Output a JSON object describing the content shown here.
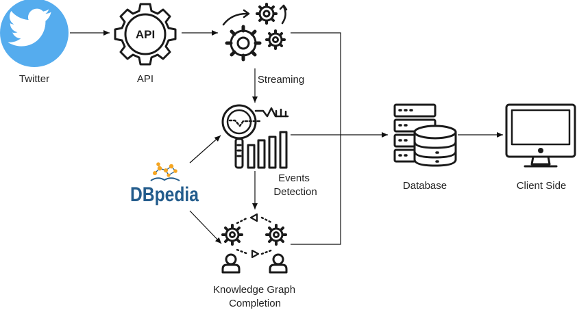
{
  "nodes": {
    "twitter": {
      "label": "Twitter",
      "icon": "twitter-bird-icon",
      "color": "#55acee"
    },
    "api": {
      "label": "API",
      "badge": "API",
      "icon": "api-gear-icon"
    },
    "streaming": {
      "label": "Streaming",
      "icon": "processing-gears-icon"
    },
    "events": {
      "label_line1": "Events",
      "label_line2": "Detection",
      "icon": "magnifier-chart-icon"
    },
    "dbpedia": {
      "logo_text": "DBpedia",
      "icon": "dbpedia-logo-icon",
      "color": "#235c8c",
      "dot_color": "#f5a623"
    },
    "kgc": {
      "label_line1": "Knowledge Graph",
      "label_line2": "Completion",
      "icon": "people-gears-exchange-icon"
    },
    "database": {
      "label": "Database",
      "icon": "database-server-icon"
    },
    "client": {
      "label": "Client Side",
      "icon": "monitor-icon"
    }
  },
  "edges": [
    {
      "from": "twitter",
      "to": "api"
    },
    {
      "from": "api",
      "to": "streaming"
    },
    {
      "from": "streaming",
      "to": "events"
    },
    {
      "from": "streaming",
      "to": "database"
    },
    {
      "from": "dbpedia",
      "to": "events"
    },
    {
      "from": "dbpedia",
      "to": "kgc"
    },
    {
      "from": "events",
      "to": "kgc"
    },
    {
      "from": "events",
      "to": "database"
    },
    {
      "from": "kgc",
      "to": "database"
    },
    {
      "from": "database",
      "to": "client"
    }
  ]
}
